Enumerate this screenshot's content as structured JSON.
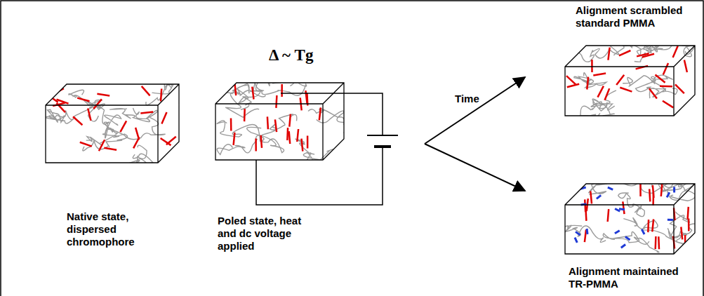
{
  "diagram": {
    "labels": [
      "Alignment scrambled standard PMMA",
      "Δ ~ Tg",
      "Time",
      "Native state, dispersed chromophore",
      "Poled state, heat and dc voltage applied",
      "Alignment maintained TR-PMMA"
    ]
  }
}
